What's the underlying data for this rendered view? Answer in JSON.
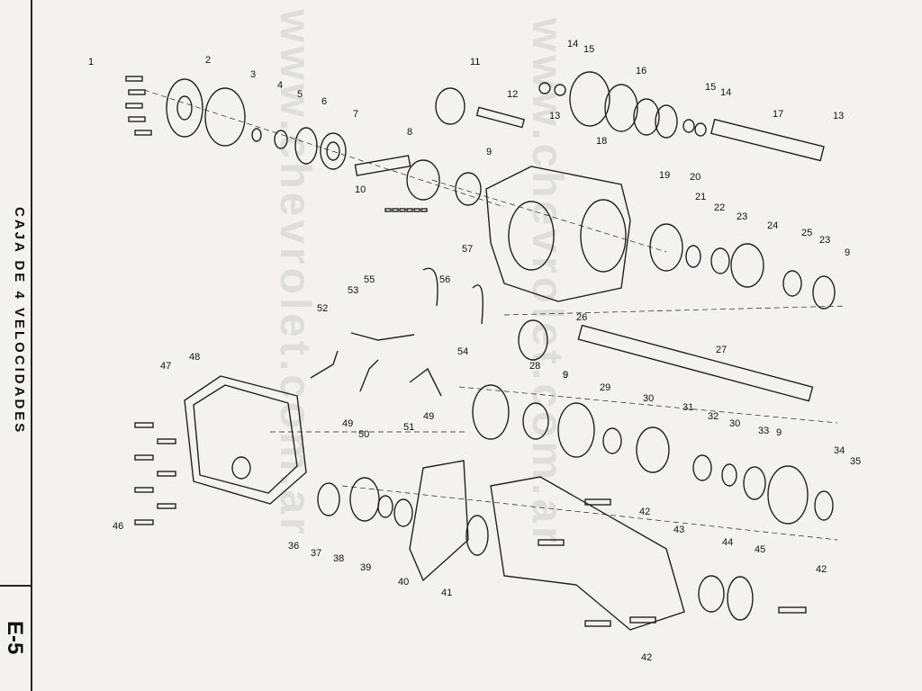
{
  "side_title": "CAJA DE 4 VELOCIDADES",
  "page_code": "E-5",
  "watermark": "www.chevrolet.com.ar",
  "part_labels": [
    {
      "id": "1"
    },
    {
      "id": "2"
    },
    {
      "id": "3"
    },
    {
      "id": "4"
    },
    {
      "id": "5"
    },
    {
      "id": "6"
    },
    {
      "id": "7"
    },
    {
      "id": "8"
    },
    {
      "id": "9"
    },
    {
      "id": "9b",
      "text": "9"
    },
    {
      "id": "9c",
      "text": "9"
    },
    {
      "id": "9d",
      "text": "9"
    },
    {
      "id": "9e",
      "text": "9"
    },
    {
      "id": "10"
    },
    {
      "id": "11"
    },
    {
      "id": "12"
    },
    {
      "id": "13"
    },
    {
      "id": "13b",
      "text": "13"
    },
    {
      "id": "14"
    },
    {
      "id": "14b",
      "text": "14"
    },
    {
      "id": "15"
    },
    {
      "id": "15b",
      "text": "15"
    },
    {
      "id": "16"
    },
    {
      "id": "17"
    },
    {
      "id": "18"
    },
    {
      "id": "19"
    },
    {
      "id": "20"
    },
    {
      "id": "21"
    },
    {
      "id": "22"
    },
    {
      "id": "23"
    },
    {
      "id": "23b",
      "text": "23"
    },
    {
      "id": "24"
    },
    {
      "id": "25"
    },
    {
      "id": "26"
    },
    {
      "id": "27"
    },
    {
      "id": "28"
    },
    {
      "id": "29"
    },
    {
      "id": "30"
    },
    {
      "id": "30b",
      "text": "30"
    },
    {
      "id": "31"
    },
    {
      "id": "32"
    },
    {
      "id": "33"
    },
    {
      "id": "34"
    },
    {
      "id": "35"
    },
    {
      "id": "36"
    },
    {
      "id": "37"
    },
    {
      "id": "38"
    },
    {
      "id": "39"
    },
    {
      "id": "40"
    },
    {
      "id": "41"
    },
    {
      "id": "42"
    },
    {
      "id": "42b",
      "text": "42"
    },
    {
      "id": "42c",
      "text": "42"
    },
    {
      "id": "43"
    },
    {
      "id": "44"
    },
    {
      "id": "45"
    },
    {
      "id": "46"
    },
    {
      "id": "47"
    },
    {
      "id": "48"
    },
    {
      "id": "49"
    },
    {
      "id": "49b",
      "text": "49"
    },
    {
      "id": "50"
    },
    {
      "id": "51"
    },
    {
      "id": "52"
    },
    {
      "id": "53"
    },
    {
      "id": "54"
    },
    {
      "id": "55"
    },
    {
      "id": "56"
    },
    {
      "id": "57"
    }
  ]
}
